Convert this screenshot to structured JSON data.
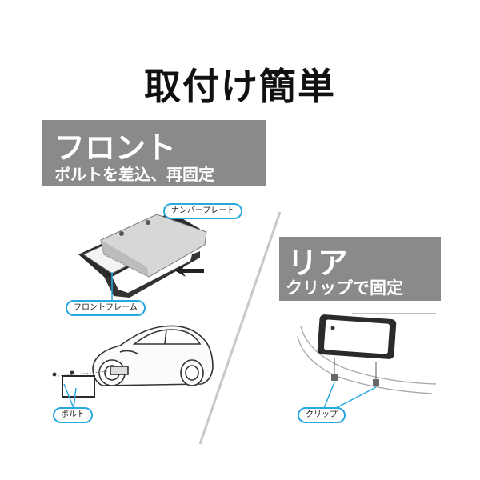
{
  "title": "取付け簡単",
  "front": {
    "heading": "フロント",
    "subheading": "ボルトを差込、再固定",
    "labels": {
      "number_plate": "ナンバープレート",
      "front_frame": "フロントフレーム",
      "bolt": "ボルト"
    }
  },
  "rear": {
    "heading": "リア",
    "subheading": "クリップで固定",
    "labels": {
      "clip": "クリップ"
    }
  },
  "colors": {
    "header_box": "#8a8a8a",
    "callout_border": "#29a8e0",
    "frame": "#222222",
    "plate": "#d9d9d9"
  },
  "icons": [
    "car-illustration",
    "arrow-icon",
    "license-plate-frame",
    "bumper-illustration"
  ]
}
